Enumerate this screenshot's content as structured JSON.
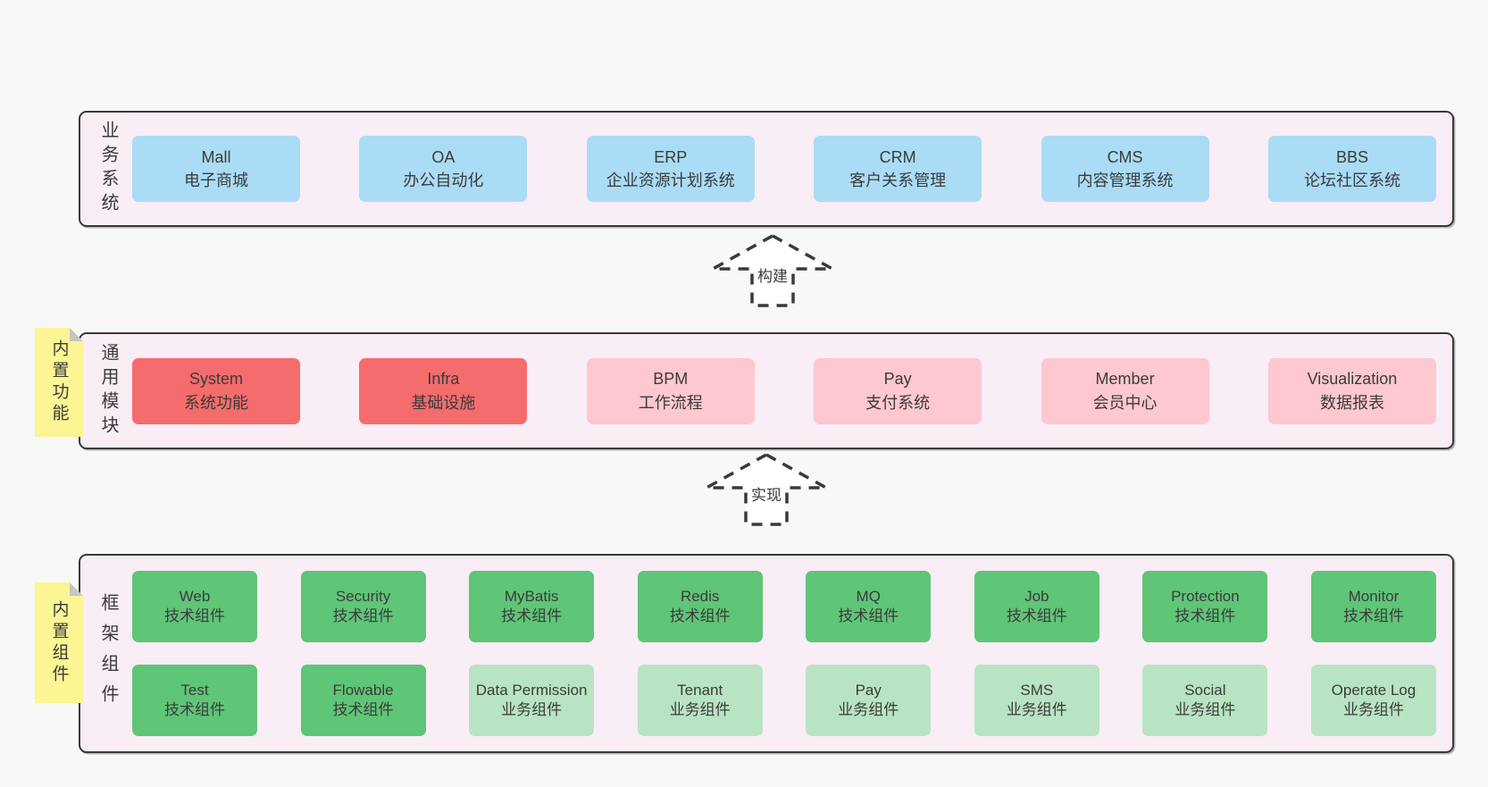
{
  "colors": {
    "bg": "#f8f8f8",
    "panel-bg": "#f9edf6",
    "line": "#3a3a3a",
    "text": "#3b3b3b",
    "blue": "#aadcf5",
    "red": "#f56c6c",
    "pink": "#fdc8d0",
    "green": "#5fc577",
    "lightgreen": "#b8e4c3",
    "note": "#fbf593",
    "fold": "#c6c6c6",
    "arrow-fill": "#ffffff"
  },
  "business_panel": {
    "label": "业务系统",
    "systems": [
      {
        "name": "Mall",
        "desc": "电子商城",
        "variant": "blue"
      },
      {
        "name": "OA",
        "desc": "办公自动化",
        "variant": "blue"
      },
      {
        "name": "ERP",
        "desc": "企业资源计划系统",
        "variant": "blue"
      },
      {
        "name": "CRM",
        "desc": "客户关系管理",
        "variant": "blue"
      },
      {
        "name": "CMS",
        "desc": "内容管理系统",
        "variant": "blue"
      },
      {
        "name": "BBS",
        "desc": "论坛社区系统",
        "variant": "blue"
      }
    ]
  },
  "build_arrow": {
    "label": "构建"
  },
  "modules_panel": {
    "note": "内置功能",
    "label": "通用模块",
    "modules": [
      {
        "name": "System",
        "desc": "系统功能",
        "variant": "red"
      },
      {
        "name": "Infra",
        "desc": "基础设施",
        "variant": "red"
      },
      {
        "name": "BPM",
        "desc": "工作流程",
        "variant": "pink"
      },
      {
        "name": "Pay",
        "desc": "支付系统",
        "variant": "pink"
      },
      {
        "name": "Member",
        "desc": "会员中心",
        "variant": "pink"
      },
      {
        "name": "Visualization",
        "desc": "数据报表",
        "variant": "pink"
      }
    ]
  },
  "implement_arrow": {
    "label": "实现"
  },
  "framework_panel": {
    "note": "内置组件",
    "label": "框架组件",
    "row1": [
      {
        "name": "Web",
        "desc": "技术组件",
        "variant": "green"
      },
      {
        "name": "Security",
        "desc": "技术组件",
        "variant": "green"
      },
      {
        "name": "MyBatis",
        "desc": "技术组件",
        "variant": "green"
      },
      {
        "name": "Redis",
        "desc": "技术组件",
        "variant": "green"
      },
      {
        "name": "MQ",
        "desc": "技术组件",
        "variant": "green"
      },
      {
        "name": "Job",
        "desc": "技术组件",
        "variant": "green"
      },
      {
        "name": "Protection",
        "desc": "技术组件",
        "variant": "green"
      },
      {
        "name": "Monitor",
        "desc": "技术组件",
        "variant": "green"
      }
    ],
    "row2": [
      {
        "name": "Test",
        "desc": "技术组件",
        "variant": "green"
      },
      {
        "name": "Flowable",
        "desc": "技术组件",
        "variant": "green"
      },
      {
        "name": "Data Permission",
        "desc": "业务组件",
        "variant": "lightgreen"
      },
      {
        "name": "Tenant",
        "desc": "业务组件",
        "variant": "lightgreen"
      },
      {
        "name": "Pay",
        "desc": "业务组件",
        "variant": "lightgreen"
      },
      {
        "name": "SMS",
        "desc": "业务组件",
        "variant": "lightgreen"
      },
      {
        "name": "Social",
        "desc": "业务组件",
        "variant": "lightgreen"
      },
      {
        "name": "Operate Log",
        "desc": "业务组件",
        "variant": "lightgreen"
      }
    ]
  }
}
